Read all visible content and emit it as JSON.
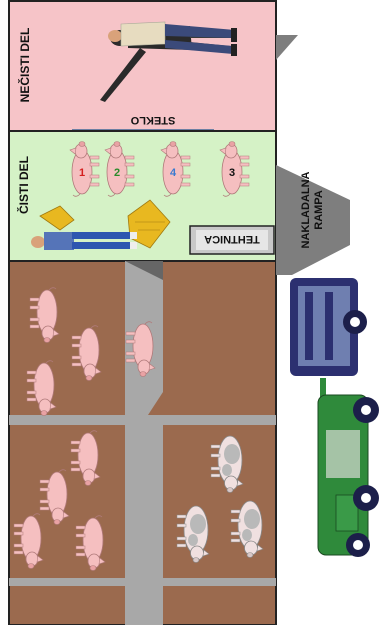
{
  "labels": {
    "dirty_zone": "NEČISTI DEL",
    "clean_zone": "ČISTI DEL",
    "glass": "STEKLO",
    "scale": "TEHTNICA",
    "loading_ramp_line1": "NAKLADALNA",
    "loading_ramp_line2": "RAMPA"
  },
  "pig_marks": [
    "1",
    "2",
    "4",
    "3"
  ],
  "colors": {
    "dirty_zone": "#f6c4c8",
    "clean_zone": "#d5f2c6",
    "barn_floor": "#9b6a4e",
    "walkway": "#a8a8a8",
    "truck_trailer": "#2c3070",
    "truck_cab": "#2f8a3b",
    "ramp": "#7e7e7e",
    "pig_pink": "#f5bfc0"
  }
}
